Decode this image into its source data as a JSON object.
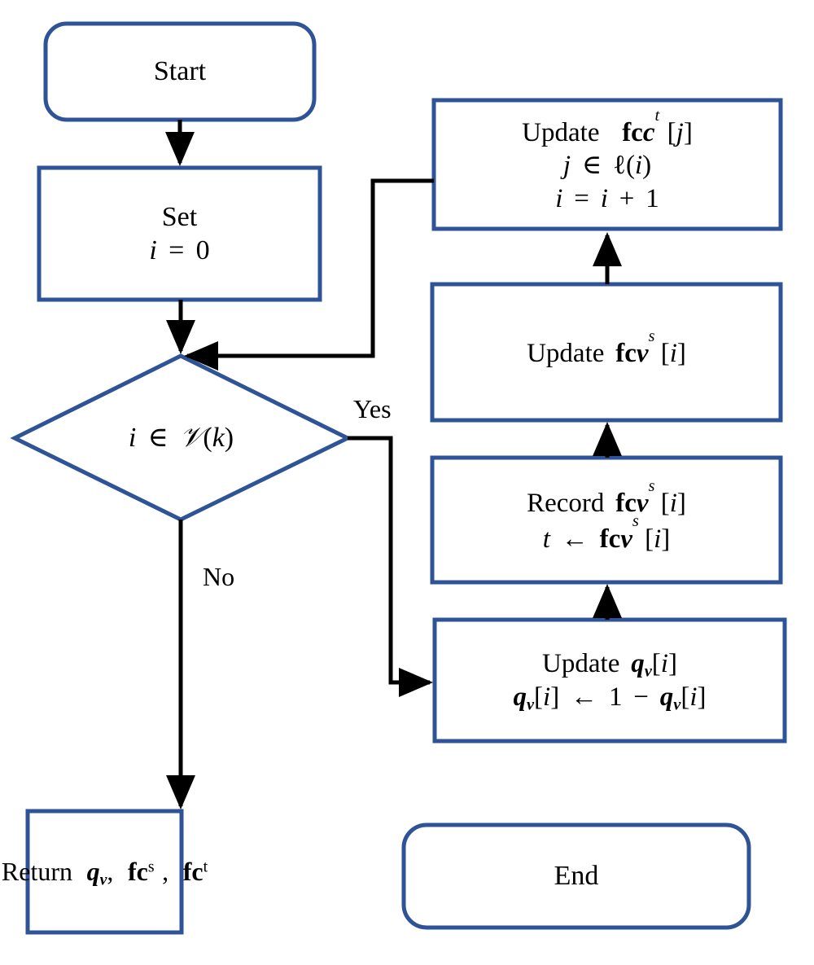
{
  "diagram": {
    "title": "Flowchart",
    "colors": {
      "node_border": "#2E5396",
      "arrow": "#000000",
      "text": "#000000",
      "background": "#FFFFFF"
    },
    "nodes": [
      {
        "id": "start",
        "shape": "rounded-rectangle",
        "label": "Start",
        "lines": [
          "Start"
        ]
      },
      {
        "id": "set-i",
        "shape": "rectangle",
        "label": "Set i = 0",
        "lines": [
          "Set",
          "i = 0"
        ]
      },
      {
        "id": "decision",
        "shape": "diamond",
        "label": "i ∈ 𝒱(k)",
        "lines": [
          "i ∈ 𝒱(k)"
        ]
      },
      {
        "id": "update-fc-c-t",
        "shape": "rectangle",
        "label": "Update fc_c^t[j]; j ∈ ℓ(i); i = i + 1",
        "lines": [
          "Update  fc_c^t[j]",
          "j ∈ ℓ(i)",
          "i = i + 1"
        ]
      },
      {
        "id": "update-fc-v-s",
        "shape": "rectangle",
        "label": "Update fc_v^s[i]",
        "lines": [
          "Update fc_v^s[i]"
        ]
      },
      {
        "id": "record-fc-v-s",
        "shape": "rectangle",
        "label": "Record fc_v^s[i]; t ← fc_v^s[i]",
        "lines": [
          "Record fc_v^s[i]",
          "t ← fc_v^s[i]"
        ]
      },
      {
        "id": "update-q-v",
        "shape": "rectangle",
        "label": "Update q_v[i]; q_v[i] ← 1 − q_v[i]",
        "lines": [
          "Update q_v[i]",
          "q_v[i] ← 1 − q_v[i]"
        ]
      },
      {
        "id": "return",
        "shape": "rectangle",
        "label": "Return q_v, fc^s, fc^t",
        "lines": [
          "Return q_v, fc^s, fc^t"
        ]
      },
      {
        "id": "end",
        "shape": "rounded-rectangle",
        "label": "End",
        "lines": [
          "End"
        ]
      }
    ],
    "edge_labels": {
      "yes": "Yes",
      "no": "No"
    },
    "edges": [
      {
        "from": "start",
        "to": "set-i",
        "label": ""
      },
      {
        "from": "set-i",
        "to": "decision",
        "label": ""
      },
      {
        "from": "decision",
        "to": "update-q-v",
        "label": "Yes"
      },
      {
        "from": "decision",
        "to": "return",
        "label": "No"
      },
      {
        "from": "update-q-v",
        "to": "record-fc-v-s",
        "label": ""
      },
      {
        "from": "record-fc-v-s",
        "to": "update-fc-v-s",
        "label": ""
      },
      {
        "from": "update-fc-v-s",
        "to": "update-fc-c-t",
        "label": ""
      },
      {
        "from": "update-fc-c-t",
        "to": "decision",
        "label": ""
      },
      {
        "from": "return",
        "to": "end",
        "label": ""
      }
    ]
  }
}
